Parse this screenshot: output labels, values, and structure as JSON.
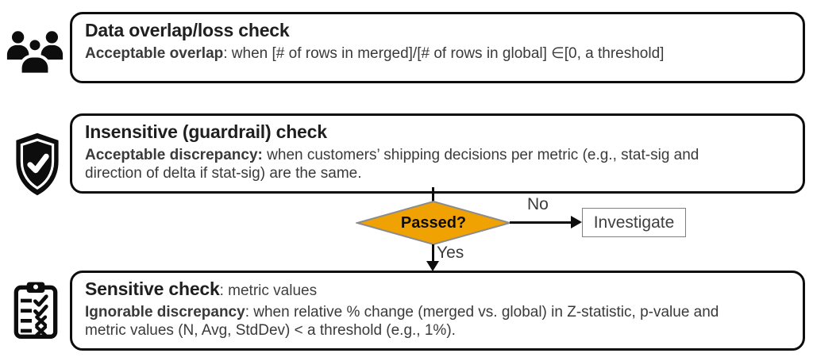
{
  "diagram": {
    "boxes": [
      {
        "title": "Data overlap/loss check",
        "lead": "Acceptable overlap",
        "rest": ": when [# of rows in merged]/[# of rows in global] ∈[0, a threshold]",
        "icon": "people-group-icon"
      },
      {
        "title": "Insensitive (guardrail) check",
        "lead": "Acceptable discrepancy:",
        "rest": " when customers’ shipping decisions per metric (e.g., stat-sig and\ndirection of delta if stat-sig) are the same.",
        "icon": "shield-check-icon"
      },
      {
        "title": "Sensitive check",
        "title_suffix": ": metric values",
        "lead": "Ignorable discrepancy",
        "rest": ": when relative % change (merged vs. global) in Z-statistic, p-value and\nmetric values (N, Avg, StdDev) < a threshold (e.g., 1%).",
        "icon": "checklist-icon"
      }
    ],
    "decision": {
      "label": "Passed?",
      "fill": "#F0A202",
      "stroke": "#8C8C8C"
    },
    "labels": {
      "no": "No",
      "yes": "Yes"
    },
    "investigate": "Investigate",
    "colors": {
      "box_border": "#0D0D0D",
      "title_text": "#1F1F1F",
      "body_text": "#3A3A3A"
    }
  }
}
